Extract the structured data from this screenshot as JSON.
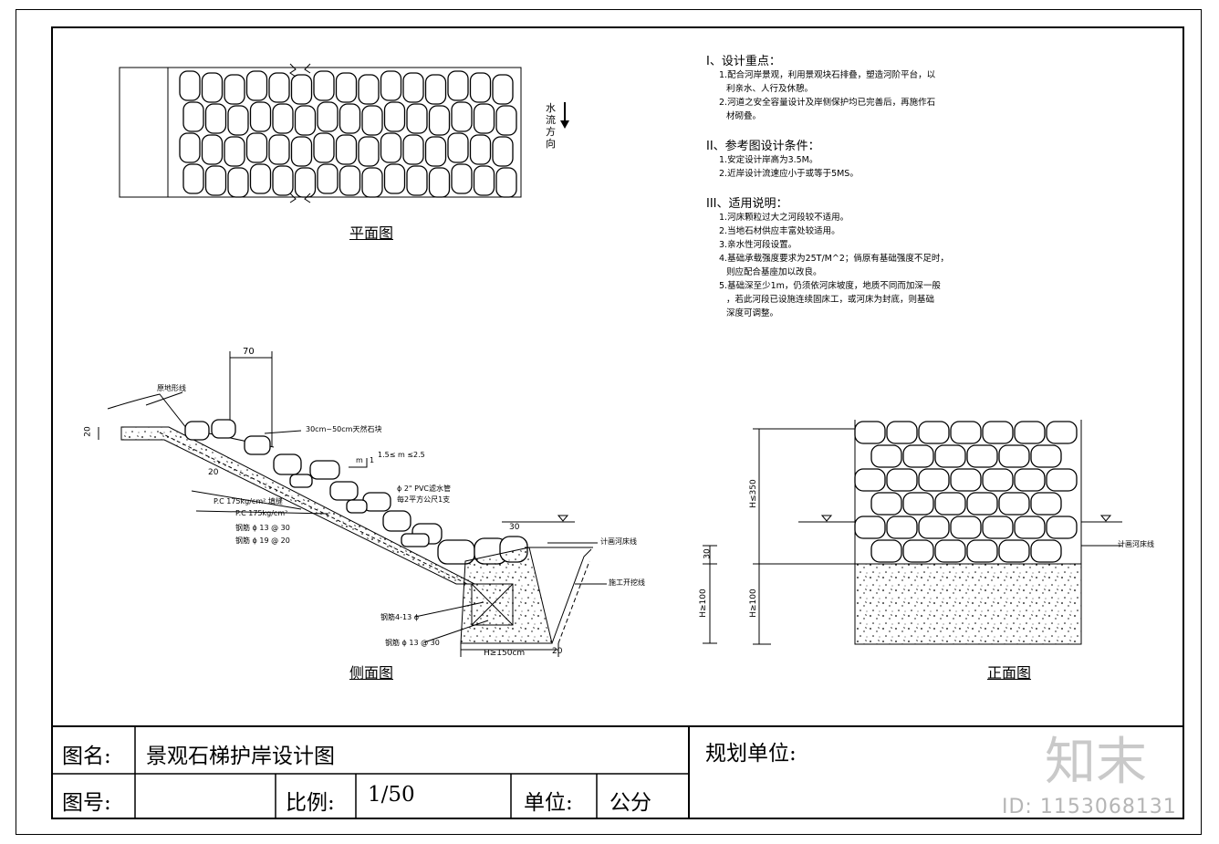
{
  "views": {
    "plan_title": "平面图",
    "side_title": "侧面图",
    "front_title": "正面图",
    "flow_label": "水流方向"
  },
  "notes": {
    "s1_title": "I、设计重点：",
    "s1_items": [
      "1.配合河岸景观，利用景观块石排叠，塑造河阶平台，以",
      "利亲水、人行及休憩。",
      "2.河道之安全容量设计及岸侧保护均已完善后，再施作石",
      "材砌叠。"
    ],
    "s2_title": "II、参考图设计条件：",
    "s2_items": [
      "1.安定设计岸高为3.5M。",
      "2.近岸设计流速应小于或等于5MS。"
    ],
    "s3_title": "III、适用说明：",
    "s3_items": [
      "1.河床颗粒过大之河段较不适用。",
      "2.当地石材供应丰富处较适用。",
      "3.亲水性河段设置。",
      "4.基础承载强度要求为25T/M^2；倘原有基础强度不足时，",
      "则应配合基座加以改良。",
      "5.基础深至少1m，仍须依河床坡度，地质不同而加深一般",
      "，若此河段已设施连续固床工，或河床为封底，则基础",
      "深度可调整。"
    ]
  },
  "side_labels": {
    "dim_70": "70",
    "ground_line": "原地形线",
    "stone_size": "30cm~50cm天然石块",
    "slope": "1.5≤ m ≤2.5",
    "m": "m",
    "one": "1",
    "dim_20_left": "20",
    "dim_20_slope": "20",
    "pvc_1": "ϕ 2\" PVC滤水管",
    "pvc_2": "每2平方公尺1支",
    "pc1": "P.C 175kg/cm² 填缝",
    "pc2": "P.C 175kg/cm²",
    "rebar1": "钢筋 ϕ 13 @ 30",
    "rebar2": "钢筋 ϕ 19 @ 20",
    "dim_30_top": "30",
    "bed_line": "计画河床线",
    "excav_line": "施工开挖线",
    "dim_30_right": "30",
    "h100": "H≥100",
    "rebar3": "钢筋4-13 ϕ",
    "rebar4": "钢筋 ϕ 13 @ 30",
    "h150": "H≥150cm",
    "dim_20_bottom": "20"
  },
  "front_labels": {
    "h350": "H≤350",
    "h100": "H≥100",
    "bed_line": "计画河床线"
  },
  "title_block": {
    "name_label": "图名:",
    "name_value": "景观石梯护岸设计图",
    "planner_label": "规划单位:",
    "number_label": "图号:",
    "number_value": "",
    "scale_label": "比例:",
    "scale_value": "1/50",
    "unit_label": "单位:",
    "unit_value": "公分"
  },
  "watermark": {
    "brand": "知末",
    "id": "ID: 1153068131"
  }
}
